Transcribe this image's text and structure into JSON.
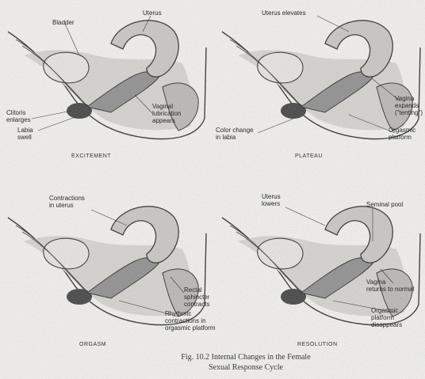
{
  "panels": {
    "excitement": {
      "stage": "EXCITEMENT",
      "labels": {
        "bladder": "Bladder",
        "uterus": "Uterus",
        "clitoris": "Clitoris\nenlarges",
        "labia": "Labia\nswell",
        "vaginal": "Vaginal\nlubrication\nappears"
      }
    },
    "plateau": {
      "stage": "PLATEAU",
      "labels": {
        "uterus_elevates": "Uterus elevates",
        "vagina_expands": "Vagina\nexpands\n(\"tenting\")",
        "orgasmic_platform": "Orgasmic\nplatform",
        "color_change": "Color change\nin labia"
      }
    },
    "orgasm": {
      "stage": "ORGASM",
      "labels": {
        "contractions": "Contractions\nin uterus",
        "rectal": "Rectal\nsphincter\ncontracts",
        "rhythmic": "Rhythmic\ncontractions in\norgasmic platform"
      }
    },
    "resolution": {
      "stage": "RESOLUTION",
      "labels": {
        "uterus_lowers": "Uterus\nlowers",
        "seminal_pool": "Seminal pool",
        "vagina_returns": "Vagina\nreturns to normal",
        "orgasmic_platform_disappears": "Orgasmic\nplatform\ndisappears"
      }
    }
  },
  "caption": {
    "line1": "Fig. 10.2 Internal Changes in the Female",
    "line2": "Sexual Response Cycle"
  },
  "colors": {
    "ink": "#2a2a2a",
    "organ_fill": "#8c8c8c",
    "dark_fill": "#3c3c3c",
    "tissue": "#d6d4d0",
    "background": "#f4f3f1"
  }
}
